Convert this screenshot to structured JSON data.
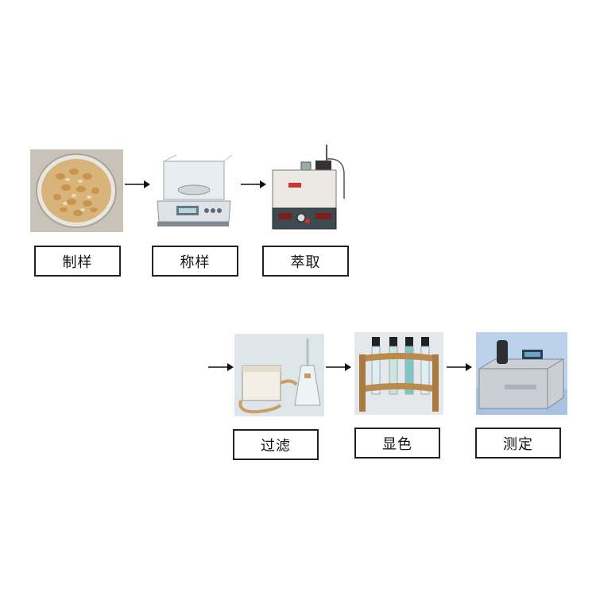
{
  "steps": [
    {
      "label": "制样",
      "image": "corn-kernels-dish"
    },
    {
      "label": "称样",
      "image": "electronic-balance"
    },
    {
      "label": "萃取",
      "image": "water-bath-extractor"
    },
    {
      "label": "过滤",
      "image": "vacuum-filtration-pump"
    },
    {
      "label": "显色",
      "image": "test-tube-rack"
    },
    {
      "label": "测定",
      "image": "photometer-analyzer"
    }
  ],
  "colors": {
    "arrow": "#111111",
    "border": "#222222"
  }
}
